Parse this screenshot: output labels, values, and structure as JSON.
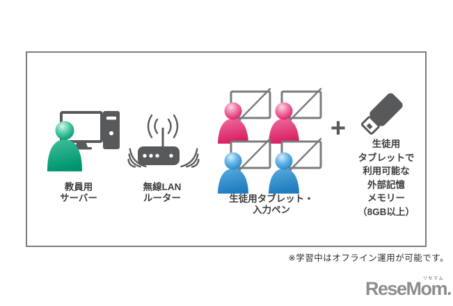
{
  "colors": {
    "icon_gray": "#58595b",
    "outline_gray": "#7a7b7d",
    "box_border_gray": "#7b7b7b",
    "teacher_teal": "#009974",
    "student_pink": "#d81f66",
    "student_blue": "#1f7dbf",
    "label_text": "#3c3c3c",
    "logo_gray": "#8d8d8d"
  },
  "diagram": {
    "teacher": {
      "label_line1": "教員用",
      "label_line2": "サーバー"
    },
    "router": {
      "label_line1": "無線LAN",
      "label_line2": "ルーター"
    },
    "students": {
      "label_line1": "生徒用タブレット・",
      "label_line2": "入力ペン"
    },
    "plus_sign": "+",
    "memory": {
      "lines": [
        "生徒用",
        "タブレットで",
        "利用可能な",
        "外部記憶",
        "メモリー",
        "（8GB以上）"
      ]
    }
  },
  "footnote": "※学習中はオフライン運用が可能です。",
  "logo": {
    "text": "ReseMom.",
    "ruby": "リセマム"
  }
}
